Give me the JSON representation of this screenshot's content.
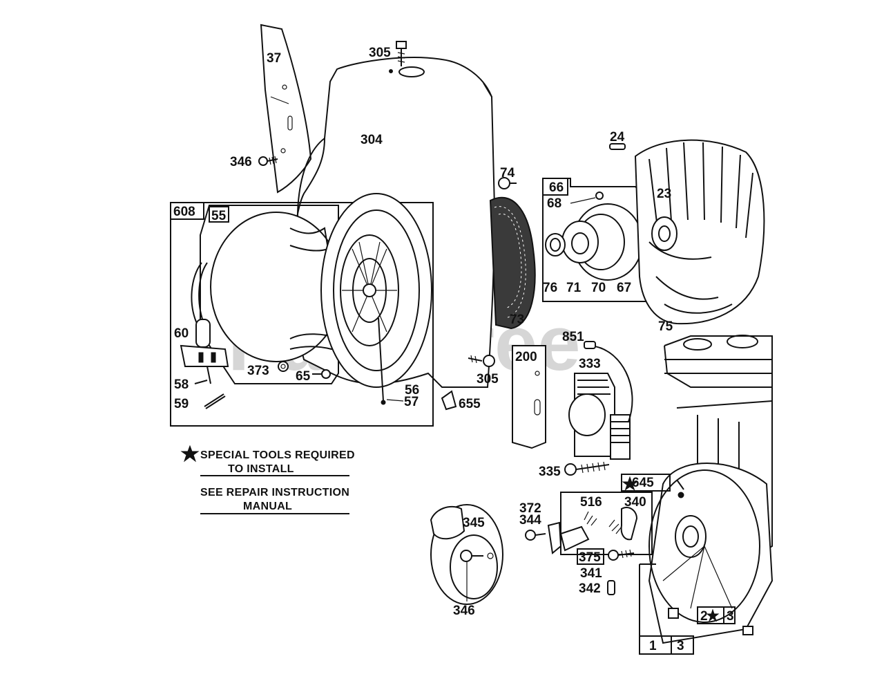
{
  "watermark": "PartsTree",
  "parts": {
    "p37": "37",
    "p305_top": "305",
    "p304": "304",
    "p346_left": "346",
    "p608": "608",
    "p55": "55",
    "p60": "60",
    "p58": "58",
    "p59": "59",
    "p373": "373",
    "p65": "65",
    "p56": "56",
    "p57": "57",
    "p305_mid": "305",
    "p655": "655",
    "p73": "73",
    "p74": "74",
    "p66": "66",
    "p68": "68",
    "p76": "76",
    "p71": "71",
    "p70": "70",
    "p67": "67",
    "p24": "24",
    "p23": "23",
    "p75": "75",
    "p851": "851",
    "p200": "200",
    "p333": "333",
    "p335": "335",
    "p645": "645",
    "p372": "372",
    "p344": "344",
    "p516": "516",
    "p340": "340",
    "p375": "375",
    "p341": "341",
    "p342": "342",
    "p345": "345",
    "p346_bottom": "346",
    "p2": "2",
    "p3a": "3",
    "p1": "1",
    "p3b": "3"
  },
  "notes": {
    "tools_line1": "SPECIAL TOOLS REQUIRED",
    "tools_line2": "TO INSTALL",
    "repair_line1": "SEE REPAIR INSTRUCTION",
    "repair_line2": "MANUAL"
  }
}
